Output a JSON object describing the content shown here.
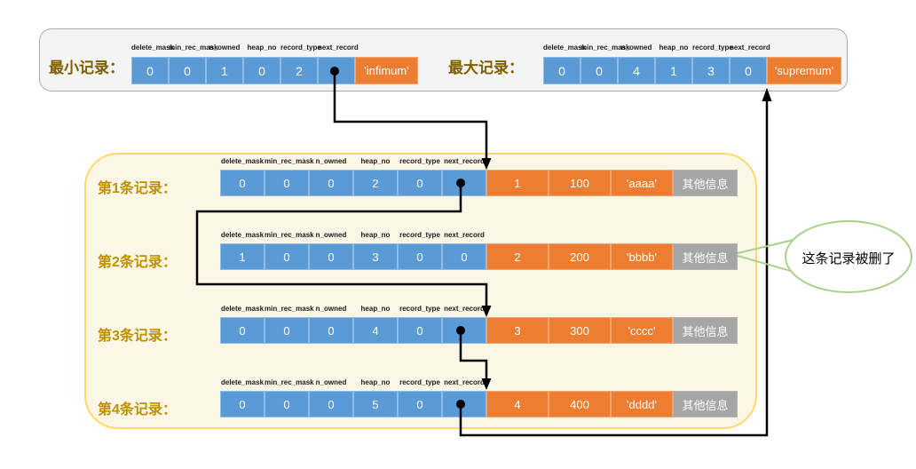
{
  "diagram": {
    "field_headers": [
      "delete_mask",
      "min_rec_mask",
      "n_owned",
      "heap_no",
      "record_type",
      "next_record"
    ],
    "infimum": {
      "label": "最小记录：",
      "values": [
        "0",
        "0",
        "1",
        "0",
        "2",
        ""
      ],
      "name": "'infimum'"
    },
    "supremum": {
      "label": "最大记录：",
      "values": [
        "0",
        "0",
        "4",
        "1",
        "3",
        "0"
      ],
      "name": "'supremum'"
    },
    "records": [
      {
        "label": "第1条记录：",
        "header_values": [
          "0",
          "0",
          "0",
          "2",
          "0",
          ""
        ],
        "data_values": [
          "1",
          "100",
          "'aaaa'"
        ],
        "extra": "其他信息",
        "deleted": false
      },
      {
        "label": "第2条记录：",
        "header_values": [
          "1",
          "0",
          "0",
          "3",
          "0",
          "0"
        ],
        "data_values": [
          "2",
          "200",
          "'bbbb'"
        ],
        "extra": "其他信息",
        "deleted": true
      },
      {
        "label": "第3条记录：",
        "header_values": [
          "0",
          "0",
          "0",
          "4",
          "0",
          ""
        ],
        "data_values": [
          "3",
          "300",
          "'cccc'"
        ],
        "extra": "其他信息",
        "deleted": false
      },
      {
        "label": "第4条记录：",
        "header_values": [
          "0",
          "0",
          "0",
          "5",
          "0",
          ""
        ],
        "data_values": [
          "4",
          "400",
          "'dddd'"
        ],
        "extra": "其他信息",
        "deleted": false
      }
    ],
    "callout": {
      "text": "这条记录被删了"
    },
    "colors": {
      "cell_blue": "#5B9BD5",
      "cell_orange": "#ED7D31",
      "cell_gray": "#A6A6A6",
      "top_box_fill": "#F4F4F4",
      "top_box_border": "#ABABAB",
      "main_box_fill": "#FCF6E7",
      "main_box_border": "#FFD966",
      "callout_green": "#A9D18E",
      "top_label": "#7F6000",
      "record_label": "#BF9000",
      "arrow": "#000000"
    }
  }
}
